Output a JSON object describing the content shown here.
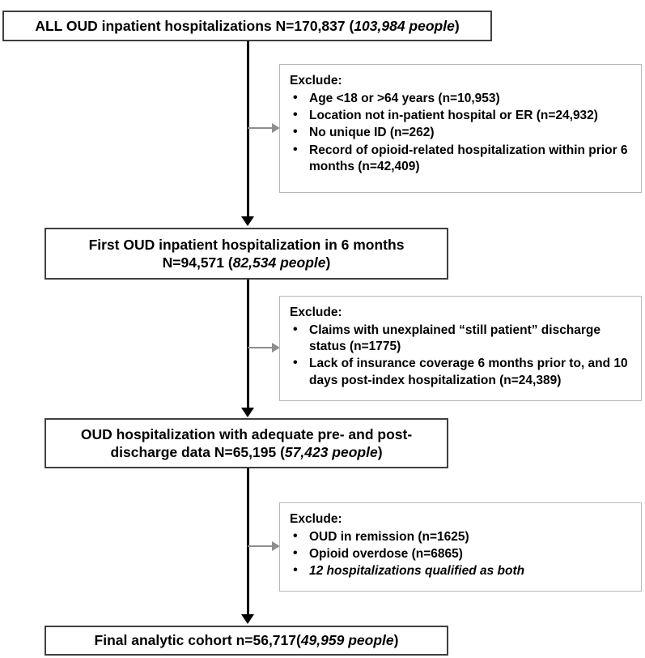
{
  "figure": {
    "type": "cohort-flow-diagram",
    "colors": {
      "main_box_border": "#3f3f3f",
      "exclusion_box_border": "#b8b8b8",
      "main_arrow": "#000000",
      "exclusion_arrow": "#8e8e8e",
      "text": "#000000",
      "background": "#ffffff"
    }
  },
  "boxes": {
    "box1": {
      "line1_plain": "ALL OUD inpatient hospitalizations N=170,837 (",
      "line1_italic": "103,984 people",
      "line1_tail": ")"
    },
    "box2": {
      "line1": "First OUD inpatient hospitalization in 6 months",
      "line2_plain": "N=94,571  (",
      "line2_italic": "82,534 people",
      "line2_tail": ")"
    },
    "box3": {
      "line1": "OUD hospitalization with adequate pre- and post-",
      "line2_plain": "discharge data N=65,195 (",
      "line2_italic": "57,423 people",
      "line2_tail": ")"
    },
    "box4": {
      "line1_plain": "Final analytic cohort n=56,717(",
      "line1_italic": "49,959 people",
      "line1_tail": ")"
    }
  },
  "exclusions": [
    {
      "title": "Exclude:",
      "items": [
        {
          "text": "Age <18 or >64 years (n=10,953)",
          "italic": false
        },
        {
          "text": "Location not in-patient hospital or ER (n=24,932)",
          "italic": false
        },
        {
          "text": "No unique ID (n=262)",
          "italic": false
        },
        {
          "text": "Record of opioid-related hospitalization within prior 6 months (n=42,409)",
          "italic": false
        }
      ]
    },
    {
      "title": "Exclude:",
      "items": [
        {
          "text": "Claims with unexplained “still patient” discharge status (n=1775)",
          "italic": false
        },
        {
          "text": "Lack of insurance coverage 6 months prior to, and 10 days post-index hospitalization (n=24,389)",
          "italic": false
        }
      ]
    },
    {
      "title": "Exclude:",
      "items": [
        {
          "text": "OUD in remission (n=1625)",
          "italic": false
        },
        {
          "text": "Opioid overdose (n=6865)",
          "italic": false
        },
        {
          "text": "12 hospitalizations qualified as both",
          "italic": true
        }
      ]
    }
  ],
  "flow_counts": {
    "step1_hospitalizations": "170,837",
    "step1_people": "103,984",
    "step2_hospitalizations": "94,571",
    "step2_people": "82,534",
    "step3_hospitalizations": "65,195",
    "step3_people": "57,423",
    "step4_hospitalizations": "56,717",
    "step4_people": "49,959"
  }
}
